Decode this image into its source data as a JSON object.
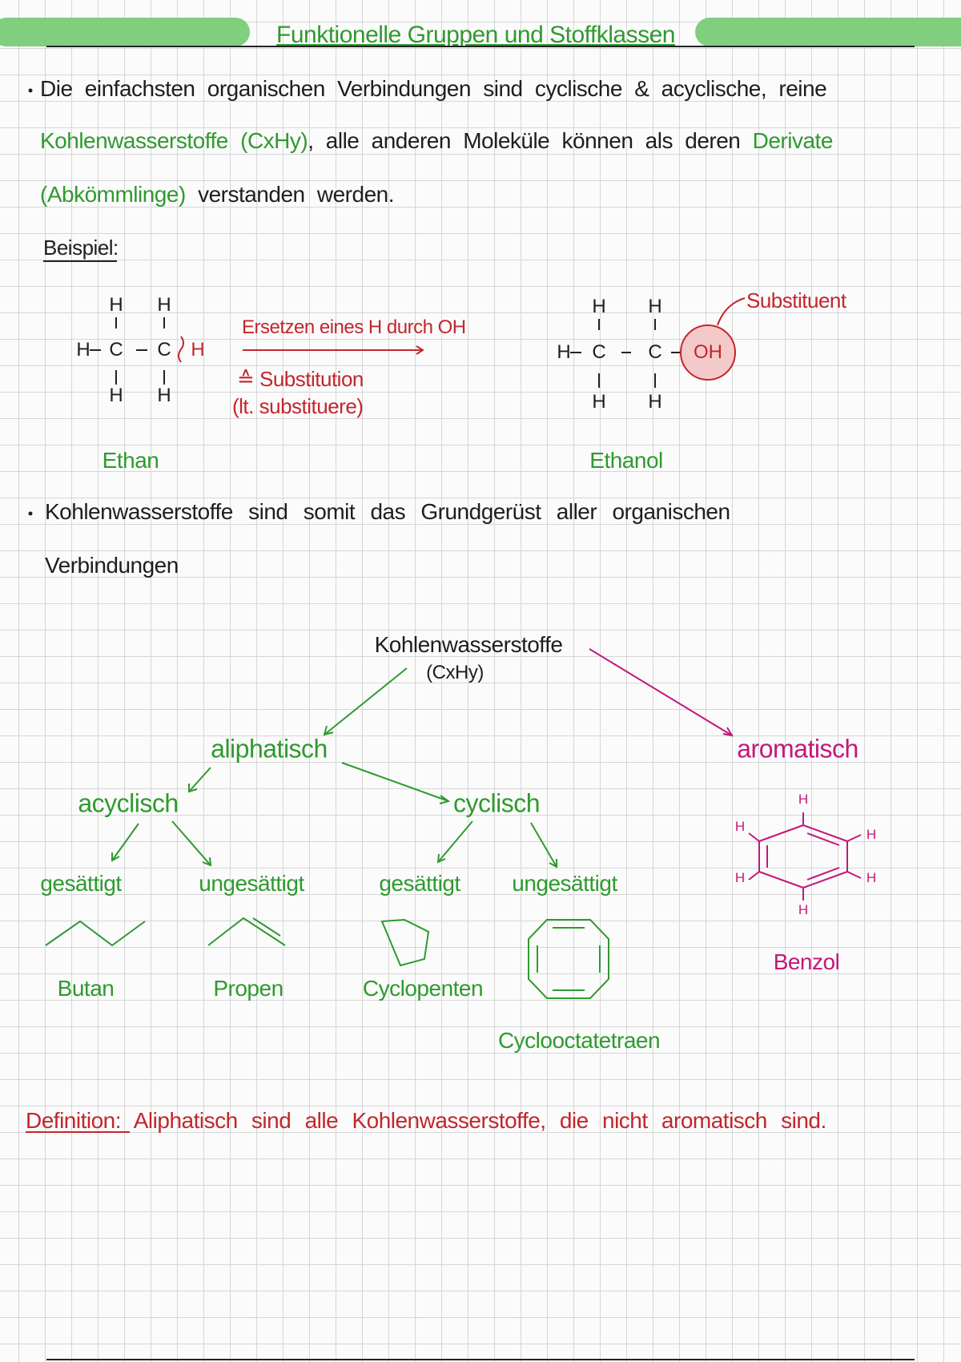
{
  "title": "Funktionelle Gruppen und Stoffklassen",
  "intro": {
    "line1": "Die einfachsten organischen Verbindungen sind cyclische & acyclische, reine",
    "hydrocarbons": "Kohlenwasserstoffe",
    "formula": "(CxHy)",
    "line2_rest": ", alle anderen Moleküle können als deren",
    "derivative": "Derivate",
    "descendants": "(Abkömmlinge)",
    "line3_rest": "verstanden werden."
  },
  "example": {
    "label": "Beispiel:",
    "reactant_name": "Ethan",
    "product_name": "Ethanol",
    "arrow_label": "Ersetzen eines H durch OH",
    "reaction_type": "≙ Substitution",
    "latin": "(lt. substituere)",
    "substituent_label": "Substituent",
    "atoms": {
      "H": "H",
      "C": "C",
      "OH": "OH"
    }
  },
  "statement": {
    "line1": "Kohlenwasserstoffe sind somit das Grundgerüst aller organischen",
    "line2": "Verbindungen"
  },
  "tree": {
    "root": "Kohlenwasserstoffe",
    "root_formula": "(CxHy)",
    "aliphatic": "aliphatisch",
    "aromatic": "aromatisch",
    "acyclic": "acyclisch",
    "cyclic": "cyclisch",
    "saturated_1": "gesättigt",
    "unsaturated_1": "ungesättigt",
    "saturated_2": "gesättigt",
    "unsaturated_2": "ungesättigt",
    "examples": {
      "butane": "Butan",
      "propene": "Propen",
      "cyclopentene": "Cyclopenten",
      "cyclooctatetraene": "Cyclooctatetraen",
      "benzene": "Benzol"
    }
  },
  "definition": {
    "label": "Definition:",
    "text": "Aliphatisch sind alle Kohlenwasserstoffe, die nicht aromatisch sind."
  },
  "colors": {
    "green": "#2f9a2f",
    "red": "#c3262c",
    "magenta": "#c2187a",
    "highlight": "#7fcf7f"
  }
}
